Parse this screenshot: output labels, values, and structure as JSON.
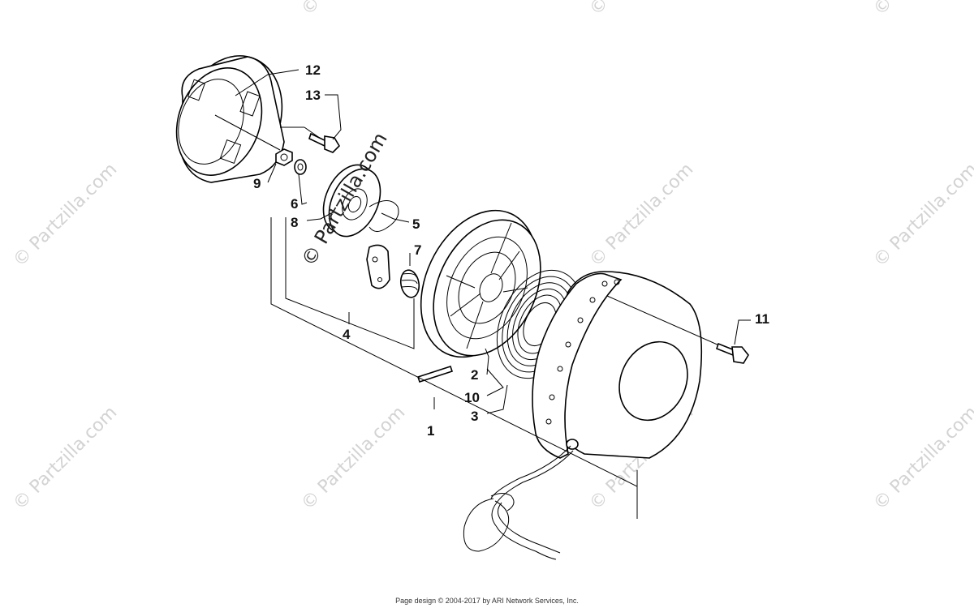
{
  "watermark": {
    "text": "© Partzilla.com",
    "center_text": "© Partzilla.com",
    "color": "#d3d3d3"
  },
  "callouts": [
    {
      "id": "1",
      "label": "1"
    },
    {
      "id": "2",
      "label": "2"
    },
    {
      "id": "3",
      "label": "3"
    },
    {
      "id": "4",
      "label": "4"
    },
    {
      "id": "5",
      "label": "5"
    },
    {
      "id": "6",
      "label": "6"
    },
    {
      "id": "7",
      "label": "7"
    },
    {
      "id": "8",
      "label": "8"
    },
    {
      "id": "9",
      "label": "9"
    },
    {
      "id": "10",
      "label": "10"
    },
    {
      "id": "11",
      "label": "11"
    },
    {
      "id": "12",
      "label": "12"
    },
    {
      "id": "13",
      "label": "13"
    }
  ],
  "footer": {
    "text": "Page design © 2004-2017 by ARI Network Services, Inc."
  }
}
